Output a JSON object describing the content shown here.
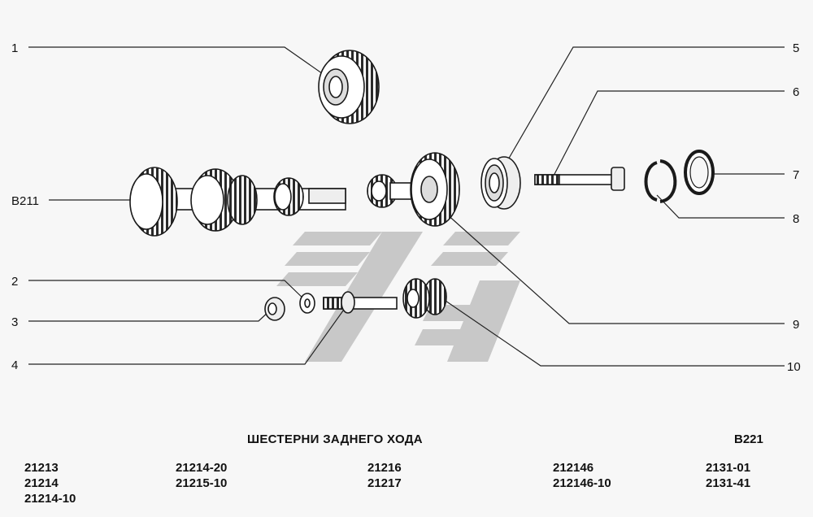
{
  "diagram": {
    "side_label": "B211",
    "callouts": [
      "1",
      "2",
      "3",
      "4",
      "5",
      "6",
      "7",
      "8",
      "9",
      "10"
    ]
  },
  "caption": {
    "title": "ШЕСТЕРНИ ЗАДНЕГО ХОДА",
    "code": "B221"
  },
  "models": [
    [
      "21213",
      "21214",
      "21214-10"
    ],
    [
      "21214-20",
      "21215-10"
    ],
    [
      "21216",
      "21217"
    ],
    [
      "212146",
      "212146-10"
    ],
    [
      "2131-01",
      "2131-41"
    ]
  ],
  "colors": {
    "watermark": "#c8c8c8",
    "ink": "#1a1a1a",
    "background": "#f7f7f7"
  }
}
